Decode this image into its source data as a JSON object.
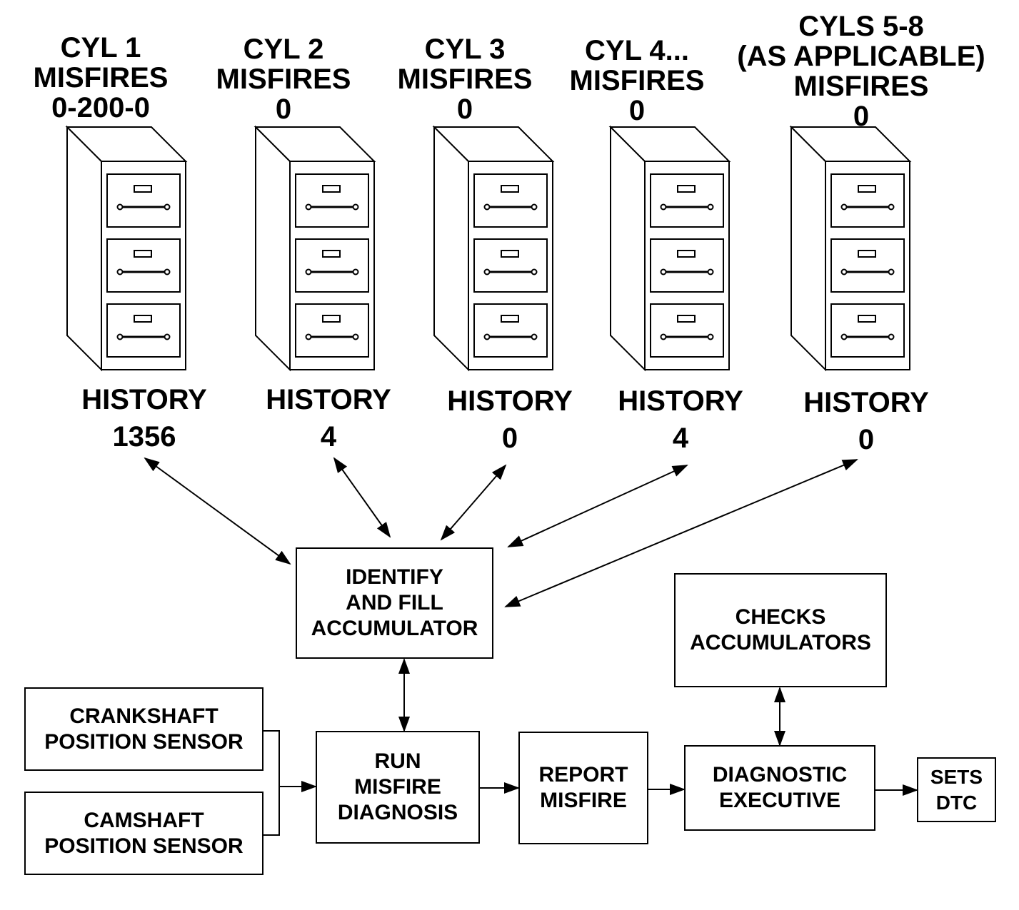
{
  "cylinders": [
    {
      "name": "CYL 1",
      "misfire_label": "MISFIRES",
      "misfire_value": "0-200-0",
      "history_label": "HISTORY",
      "history_value": "1356"
    },
    {
      "name": "CYL 2",
      "misfire_label": "MISFIRES",
      "misfire_value": "0",
      "history_label": "HISTORY",
      "history_value": "4"
    },
    {
      "name": "CYL 3",
      "misfire_label": "MISFIRES",
      "misfire_value": "0",
      "history_label": "HISTORY",
      "history_value": "0"
    },
    {
      "name": "CYL 4...",
      "misfire_label": "MISFIRES",
      "misfire_value": "0",
      "history_label": "HISTORY",
      "history_value": "4"
    },
    {
      "name": "CYLS 5-8",
      "name_line2": "(AS APPLICABLE)",
      "misfire_label": "MISFIRES",
      "misfire_value": "0",
      "history_label": "HISTORY",
      "history_value": "0"
    }
  ],
  "boxes": {
    "identify": [
      "IDENTIFY",
      "AND FILL",
      "ACCUMULATOR"
    ],
    "crankshaft": [
      "CRANKSHAFT",
      "POSITION SENSOR"
    ],
    "camshaft": [
      "CAMSHAFT",
      "POSITION SENSOR"
    ],
    "run_misfire": [
      "RUN",
      "MISFIRE",
      "DIAGNOSIS"
    ],
    "report": [
      "REPORT",
      "MISFIRE"
    ],
    "checks": [
      "CHECKS",
      "ACCUMULATORS"
    ],
    "executive": [
      "DIAGNOSTIC",
      "EXECUTIVE"
    ],
    "dtc": [
      "SETS",
      "DTC"
    ]
  }
}
